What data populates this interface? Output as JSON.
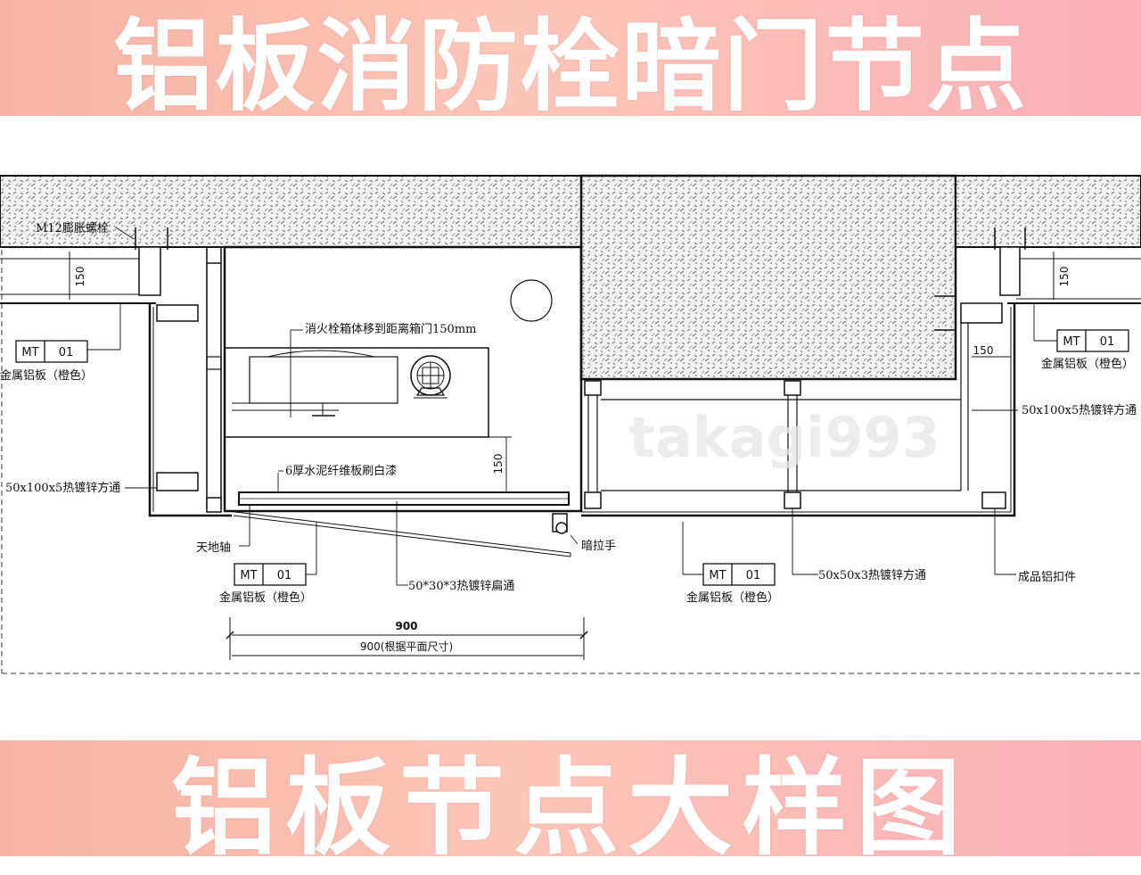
{
  "banner_top": "铝板消防栓暗门节点",
  "banner_bottom": "铝板节点大样图",
  "watermark": "takagi993",
  "labels": {
    "bolt": "M12膨胀螺栓",
    "dim150": "150",
    "box_note": "消火栓箱体移到距离箱门150mm",
    "cement_board": "6厚水泥纤维板刷白漆",
    "pivot": "天地轴",
    "handle": "暗拉手",
    "flat_tube": "50*30*3热镀锌扁通",
    "sq_tube_small": "50x50x3热镀锌方通",
    "sq_tube_left": "50x100x5热镀锌方通",
    "sq_tube_right": "50x100x5热镀锌方通",
    "clip": "成品铝扣件",
    "metal_panel": "金属铝板（橙色）"
  },
  "material_tag": {
    "code": "MT",
    "number": "01"
  },
  "dimensions": {
    "width_900": "900",
    "width_900_note": "900(根据平面尺寸)"
  },
  "colors": {
    "banner": "#fbb8b0",
    "line": "#111111"
  }
}
